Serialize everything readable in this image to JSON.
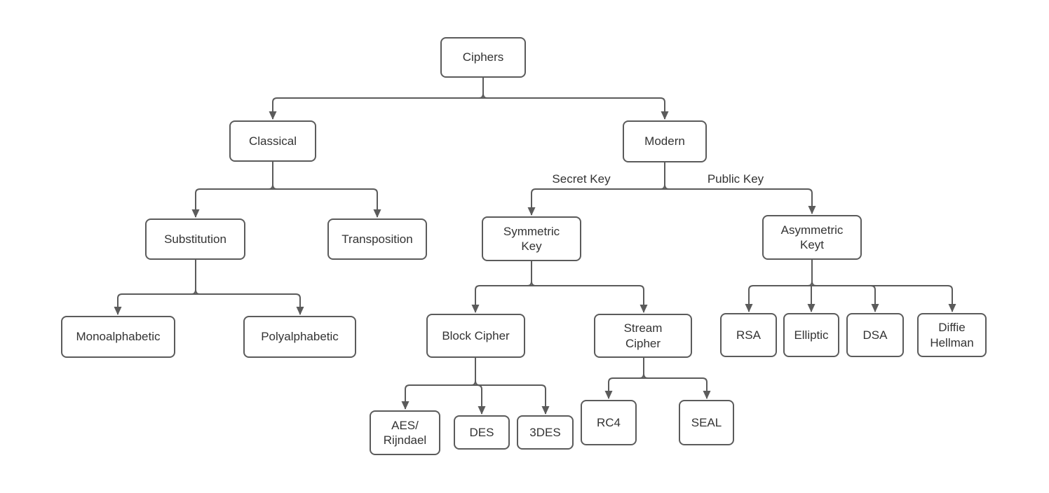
{
  "diagram": {
    "background_color": "#ffffff",
    "stroke_color": "#5b5b5b",
    "text_color": "#333333"
  },
  "nodes": {
    "ciphers": {
      "label": "Ciphers"
    },
    "classical": {
      "label": "Classical"
    },
    "modern": {
      "label": "Modern"
    },
    "substitution": {
      "label": "Substitution"
    },
    "transposition": {
      "label": "Transposition"
    },
    "monoalphabetic": {
      "label": "Monoalphabetic"
    },
    "polyalphabetic": {
      "label": "Polyalphabetic"
    },
    "symmetric_key": {
      "label": [
        "Symmetric",
        "Key"
      ]
    },
    "asymmetric_key": {
      "label": [
        "Asymmetric",
        "Keyt"
      ]
    },
    "block_cipher": {
      "label": "Block Cipher"
    },
    "stream_cipher": {
      "label": [
        "Stream",
        "Cipher"
      ]
    },
    "rsa": {
      "label": "RSA"
    },
    "elliptic": {
      "label": "Elliptic"
    },
    "dsa": {
      "label": "DSA"
    },
    "diffie_hellman": {
      "label": [
        "Diffie",
        "Hellman"
      ]
    },
    "aes_rijndael": {
      "label": [
        "AES/",
        "Rijndael"
      ]
    },
    "des": {
      "label": "DES"
    },
    "3des": {
      "label": "3DES"
    },
    "rc4": {
      "label": "RC4"
    },
    "seal": {
      "label": "SEAL"
    }
  },
  "edge_labels": {
    "secret_key": "Secret Key",
    "public_key": "Public Key"
  }
}
